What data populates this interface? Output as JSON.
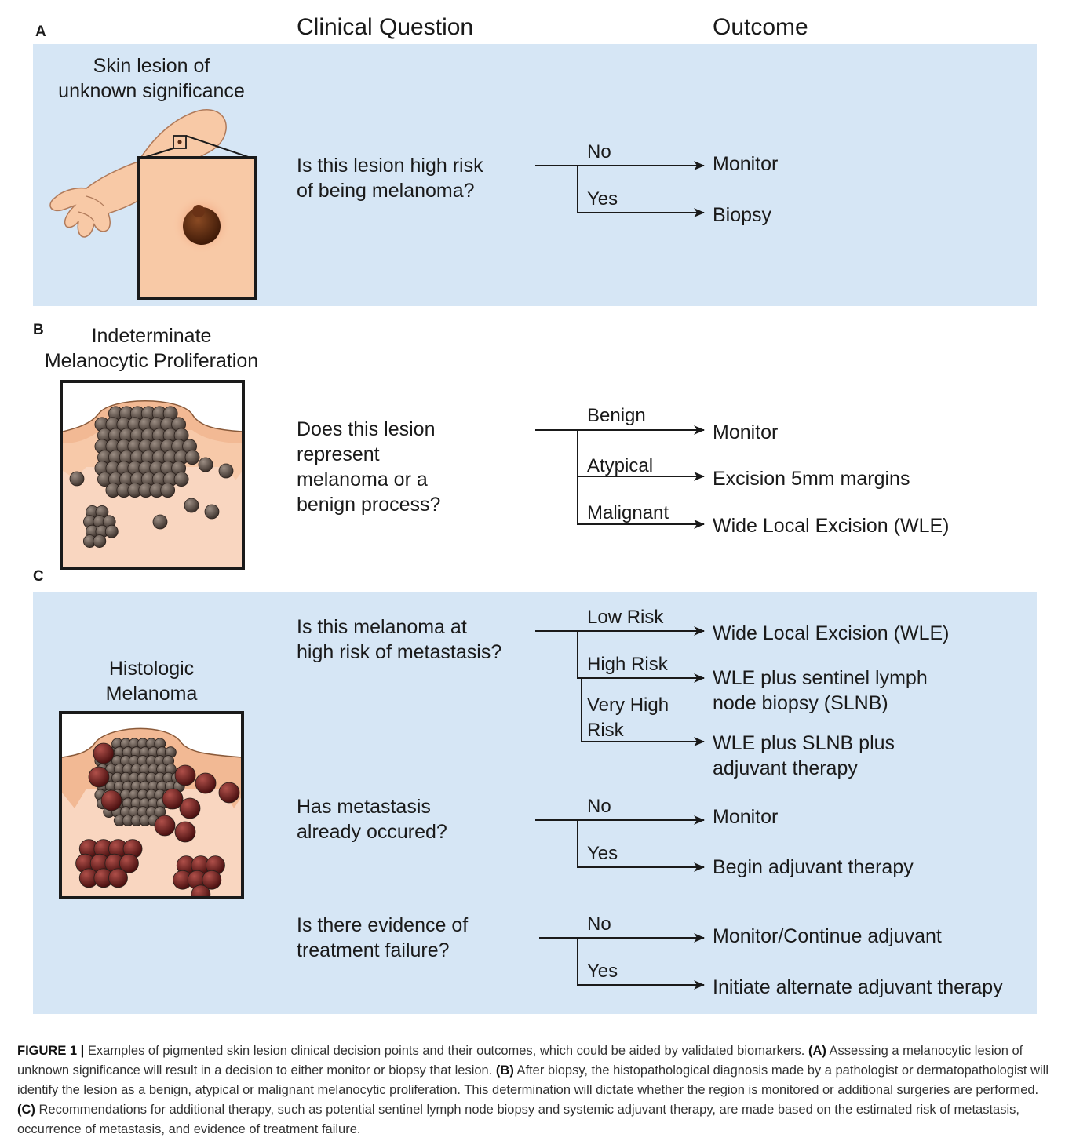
{
  "headers": {
    "clinical_question": "Clinical Question",
    "outcome": "Outcome"
  },
  "panelA": {
    "letter": "A",
    "title_line1": "Skin lesion of",
    "title_line2": "unknown significance",
    "question": [
      "Is this lesion high risk",
      "of being melanoma?"
    ],
    "branches": [
      {
        "label": "No",
        "outcome": "Monitor"
      },
      {
        "label": "Yes",
        "outcome": "Biopsy"
      }
    ]
  },
  "panelB": {
    "letter": "B",
    "title_line1": "Indeterminate",
    "title_line2": "Melanocytic Proliferation",
    "question": [
      "Does this lesion",
      "represent",
      "melanoma or a",
      "benign process?"
    ],
    "branches": [
      {
        "label": "Benign",
        "outcome": "Monitor"
      },
      {
        "label": "Atypical",
        "outcome": "Excision 5mm margins"
      },
      {
        "label": "Malignant",
        "outcome": "Wide Local Excision (WLE)"
      }
    ]
  },
  "panelC": {
    "letter": "C",
    "title_line1": "Histologic",
    "title_line2": "Melanoma",
    "q1": {
      "question": [
        "Is this melanoma at",
        "high risk of metastasis?"
      ],
      "branches": [
        {
          "label": "Low Risk",
          "outcome": [
            "Wide Local Excision (WLE)"
          ]
        },
        {
          "label": "High Risk",
          "outcome": [
            "WLE plus sentinel lymph",
            "node biopsy (SLNB)"
          ]
        },
        {
          "label": [
            "Very High",
            "Risk"
          ],
          "outcome": [
            "WLE plus SLNB plus",
            "adjuvant therapy"
          ]
        }
      ]
    },
    "q2": {
      "question": [
        "Has metastasis",
        "already occured?"
      ],
      "branches": [
        {
          "label": "No",
          "outcome": "Monitor"
        },
        {
          "label": "Yes",
          "outcome": "Begin adjuvant therapy"
        }
      ]
    },
    "q3": {
      "question": [
        "Is there evidence of",
        "treatment failure?"
      ],
      "branches": [
        {
          "label": "No",
          "outcome": "Monitor/Continue adjuvant"
        },
        {
          "label": "Yes",
          "outcome": "Initiate alternate adjuvant therapy"
        }
      ]
    }
  },
  "caption": {
    "figure_label": "FIGURE 1 |",
    "intro": " Examples of pigmented skin lesion clinical decision points and their outcomes, which could be aided by validated biomarkers. ",
    "a_ref": "(A)",
    "a_text": " Assessing a melanocytic lesion of unknown significance will result in a decision to either monitor or biopsy that lesion. ",
    "b_ref": "(B)",
    "b_text": " After biopsy, the histopathological diagnosis made by a pathologist or dermatopathologist will identify the lesion as a benign, atypical or malignant melanocytic proliferation. This determination will dictate whether the region is monitored or additional surgeries are performed. ",
    "c_ref": "(C)",
    "c_text": " Recommendations for additional therapy, such as potential sentinel lymph node biopsy and systemic adjuvant therapy, are made based on the estimated risk of metastasis, occurrence of metastasis, and evidence of treatment failure."
  },
  "colors": {
    "panel_background": "#d6e6f5",
    "skin": "#f8c9a6",
    "lesion": "#5a2b12",
    "melanocyte": "#5e5048",
    "malignant_cell": "#6a1f1f"
  }
}
